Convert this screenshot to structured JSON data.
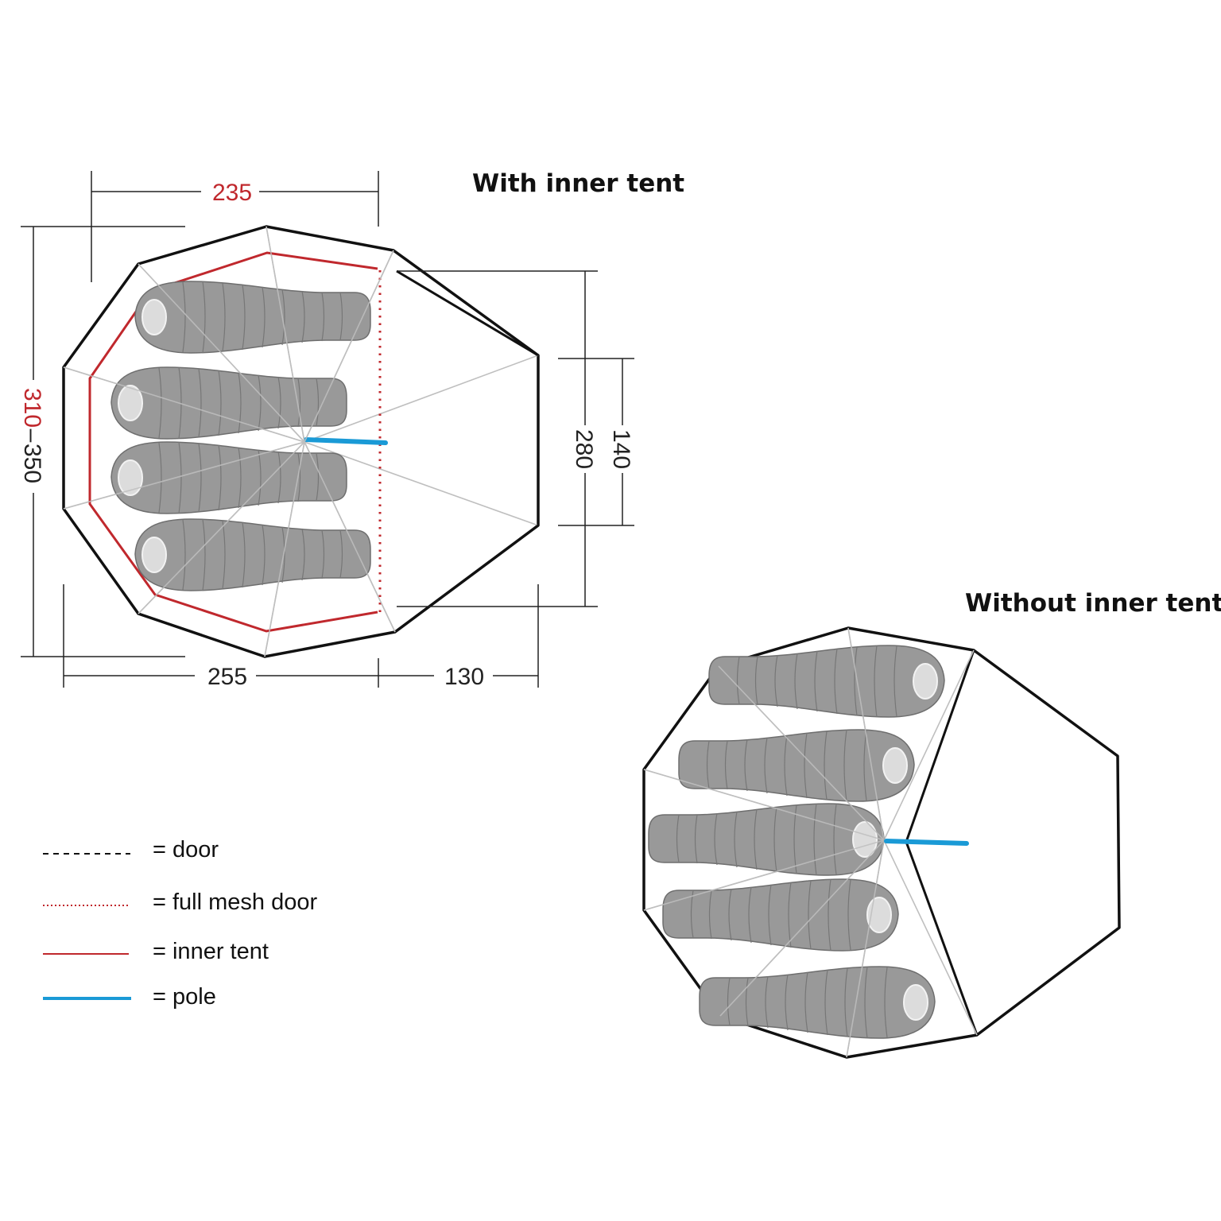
{
  "titles": {
    "with_inner": "With inner tent",
    "without_inner": "Without inner tent"
  },
  "dimensions": {
    "inner_width": "235",
    "inner_depth": "310",
    "outer_depth": "350",
    "floor_depth": "255",
    "vestibule_depth": "130",
    "vestibule_width": "280",
    "door_width": "140"
  },
  "legend": [
    {
      "label": "= door",
      "style": "dashed",
      "color": "#111111"
    },
    {
      "label": "= full mesh door",
      "style": "dotted",
      "color": "#c0282d"
    },
    {
      "label": "= inner tent",
      "style": "solid",
      "color": "#c0282d"
    },
    {
      "label": "= pole",
      "style": "solid",
      "color": "#1a9ad6"
    }
  ],
  "colors": {
    "inner_tent": "#c0282d",
    "pole": "#1a9ad6",
    "sleeping_bag": "#999999",
    "outline": "#111111"
  }
}
